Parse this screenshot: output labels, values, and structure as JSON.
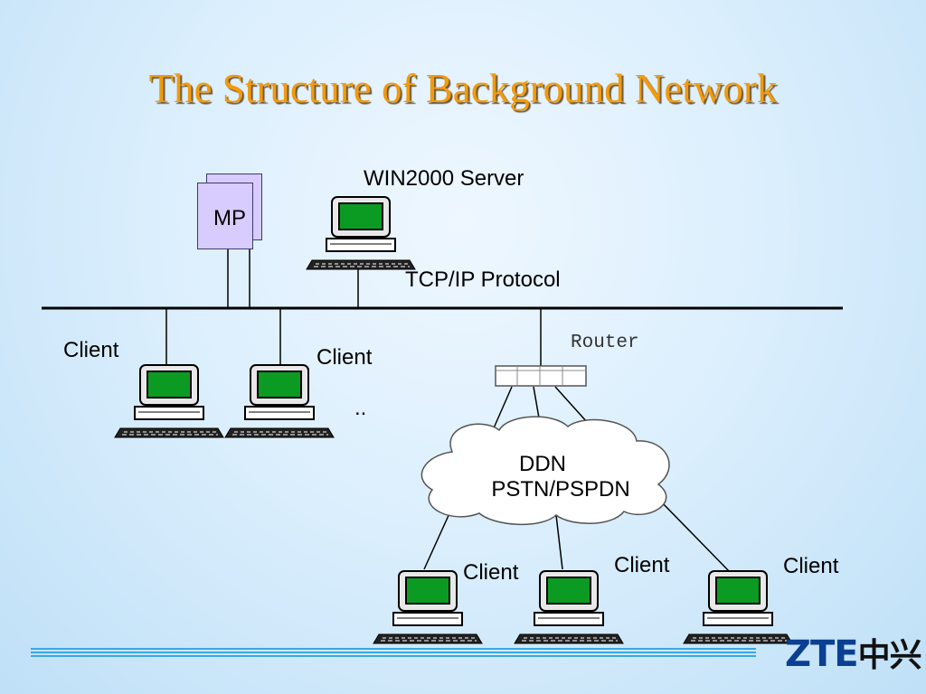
{
  "title": "The Structure of Background Network",
  "labels": {
    "server": "WIN2000 Server",
    "protocol": "TCP/IP Protocol",
    "mp": "MP",
    "router": "Router",
    "client_left_1": "Client",
    "client_left_2": "Client",
    "ellipsis": "..",
    "cloud_line1": "DDN",
    "cloud_line2": "PSTN/PSPDN",
    "client_bottom_1": "Client",
    "client_bottom_2": "Client",
    "client_bottom_3": "Client"
  },
  "logo": {
    "latin": "ZTE",
    "chinese": "中兴"
  },
  "colors": {
    "title": "#f39a0b",
    "screen": "#0c9b22",
    "mp_card": "#d8ccff",
    "logo": "#0b3f91",
    "footer_line": "#3aa9e0"
  }
}
